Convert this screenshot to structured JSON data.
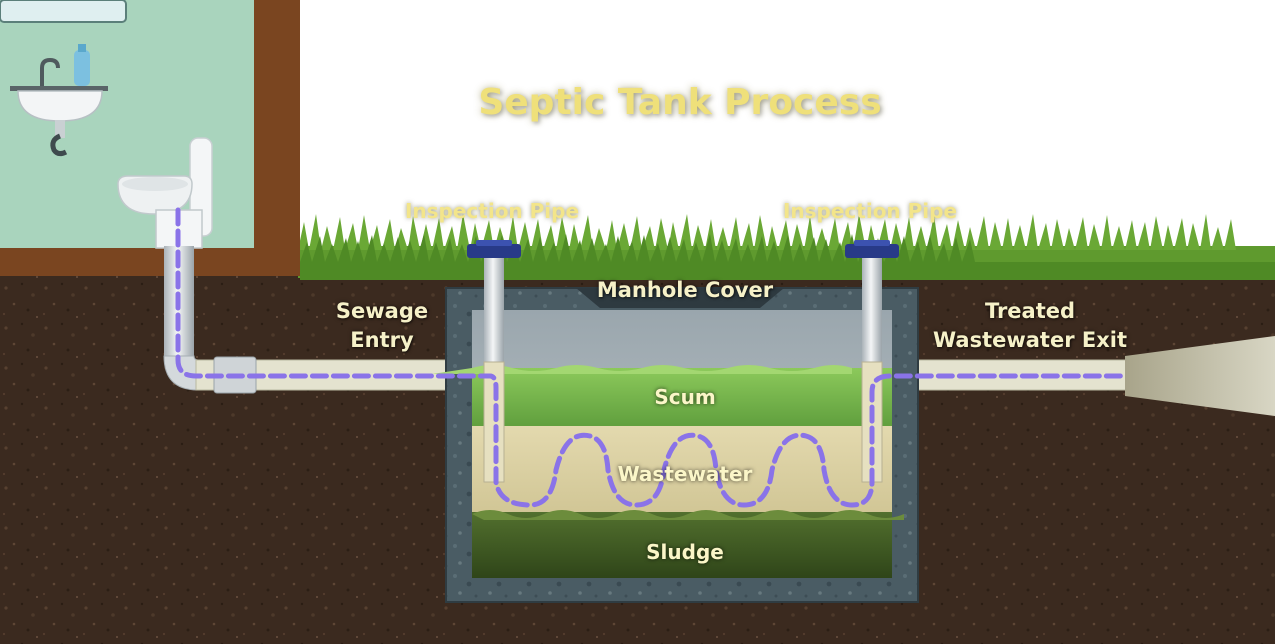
{
  "title": "Septic Tank Process",
  "labels": {
    "inspection_pipe_left": "Inspection Pipe",
    "inspection_pipe_right": "Inspection Pipe",
    "manhole_cover": "Manhole Cover",
    "sewage_entry": [
      "Sewage",
      "Entry"
    ],
    "treated_exit": [
      "Treated",
      "Wastewater Exit"
    ],
    "scum": "Scum",
    "wastewater": "Wastewater",
    "sludge": "Sludge"
  },
  "colors": {
    "soil": "#3b2a1f",
    "grass": "#5f9a2e",
    "wall": "#a9d4bd",
    "trim": "#7a4520",
    "tank_frame": "#3f5058",
    "scum": "#6fb248",
    "wastewater": "#d9cfa2",
    "sludge": "#3f5a24",
    "flow_line": "#8a73e8",
    "pipe": "#d9dde0",
    "cap": "#283a88"
  }
}
